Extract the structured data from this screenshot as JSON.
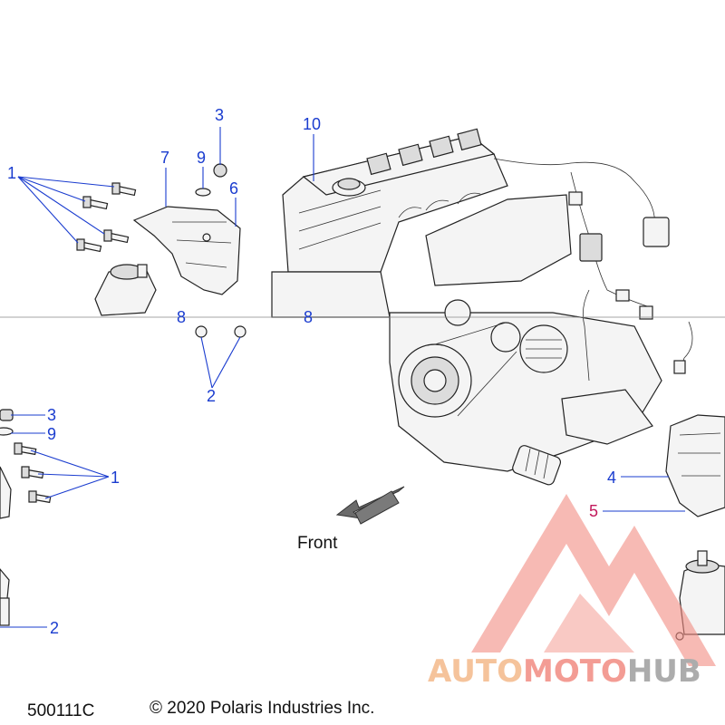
{
  "callouts": {
    "c1_top": "1",
    "c3_top": "3",
    "c7": "7",
    "c9_top": "9",
    "c6": "6",
    "c10": "10",
    "c8_left": "8",
    "c8_mid": "8",
    "c2_mid": "2",
    "c3_left": "3",
    "c9_left": "9",
    "c1_left": "1",
    "c2_bottom": "2",
    "c4": "4",
    "c5": "5"
  },
  "front_label": "Front",
  "footer": {
    "diagram_code": "500111C",
    "copyright": "© 2020 Polaris Industries Inc."
  },
  "watermark": {
    "part1": "AUTO",
    "part2": "MOTO",
    "part3": "HUB",
    "colors": {
      "auto": "#f4b98a",
      "moto": "#f28b82",
      "hub": "#9e9e9e"
    }
  },
  "colors": {
    "callout": "#1a3ccf",
    "callout_alt": "#c2185b"
  }
}
